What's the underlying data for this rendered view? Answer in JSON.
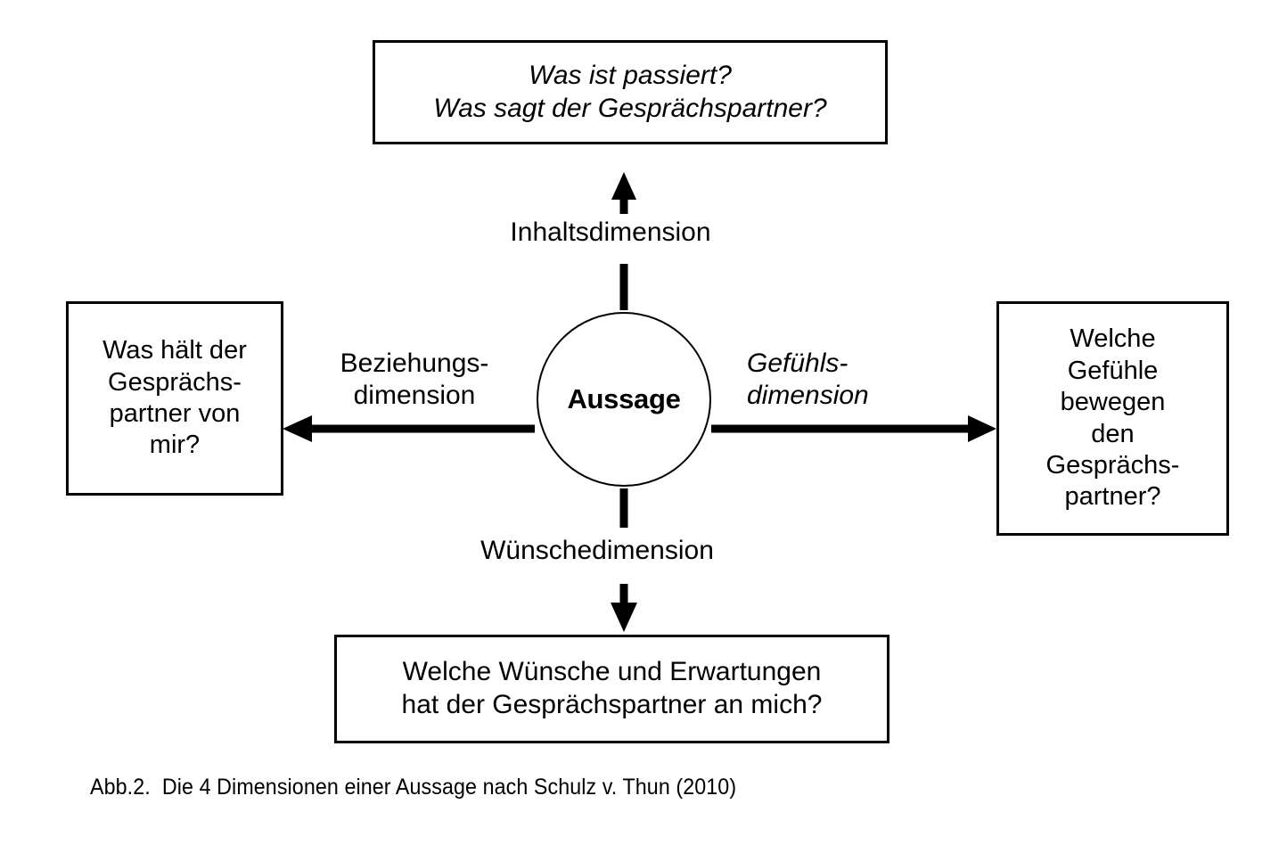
{
  "figure": {
    "caption": "Abb.2.  Die 4 Dimensionen einer Aussage nach Schulz v. Thun (2010)",
    "center_node": "Aussage"
  },
  "boxes": {
    "top": "Was ist passiert?\nWas sagt  der Gesprächspartner?",
    "left": "Was hält der\nGesprächs-\npartner von\nmir?",
    "right": "Welche\nGefühle\nbewegen\nden\nGesprächs-\npartner?",
    "bottom": "Welche Wünsche und Erwartungen\nhat der Gesprächspartner an mich?"
  },
  "dimensions": {
    "content": "Inhaltsdimension",
    "relationship": "Beziehungs-\ndimension",
    "feeling": "Gefühls-\ndimension",
    "wishes": "Wünschedimension"
  },
  "colors": {
    "stroke": "#000000",
    "background": "#ffffff",
    "text": "#000000"
  }
}
